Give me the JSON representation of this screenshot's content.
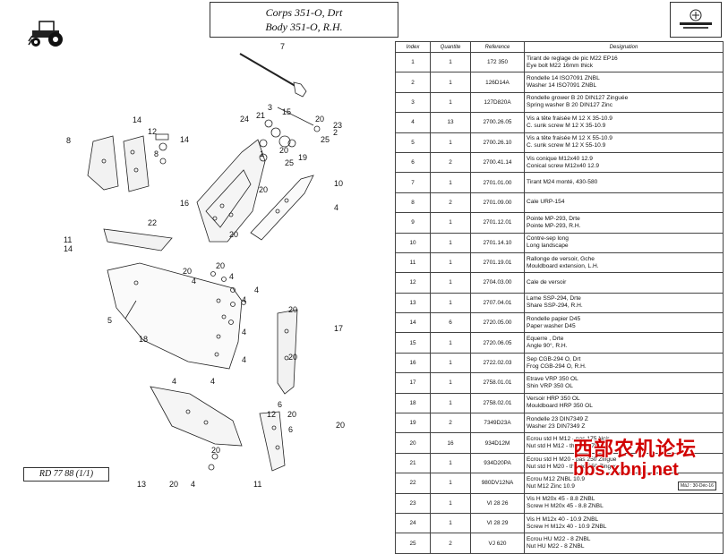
{
  "title": {
    "line1": "Corps 351-O, Drt",
    "line2": "Body 351-O, R.H."
  },
  "reference": "RD 77 88  (1/1)",
  "table": {
    "headers": [
      "Index",
      "Quantite",
      "Reference",
      "Designation"
    ],
    "rows": [
      {
        "index": "1",
        "qty": "1",
        "ref": "172 350",
        "fr": "Tirant de reglage de pic M22 EP16",
        "en": "Eye bolt  M22  16mm thick"
      },
      {
        "index": "2",
        "qty": "1",
        "ref": "126D14A",
        "fr": "Rondelle 14 ISO7091 ZNBL",
        "en": "Washer 14 ISO7091 ZNBL"
      },
      {
        "index": "3",
        "qty": "1",
        "ref": "127D820A",
        "fr": "Rondelle grower B 20 DIN127 Zinguée",
        "en": "Spring washer B 20 DIN127 Zinc"
      },
      {
        "index": "4",
        "qty": "13",
        "ref": "2700.26.05",
        "fr": "Vis a tête fraisée M 12 X 35-10.9",
        "en": "C. sunk screw M 12 X 35-10.9"
      },
      {
        "index": "5",
        "qty": "1",
        "ref": "2700.26.10",
        "fr": "Vis a tête fraisée M 12 X 55-10.9",
        "en": "C. sunk screw M 12 X 55-10.9"
      },
      {
        "index": "6",
        "qty": "2",
        "ref": "2700.41.14",
        "fr": "Vis conique M12x40  12.9",
        "en": "Conical screw M12x40  12.9"
      },
      {
        "index": "7",
        "qty": "1",
        "ref": "2701.01.00",
        "fr": "Tirant M24 monté, 430-580",
        "en": ""
      },
      {
        "index": "8",
        "qty": "2",
        "ref": "2701.09.00",
        "fr": "Cale URP-154",
        "en": ""
      },
      {
        "index": "9",
        "qty": "1",
        "ref": "2701.12.01",
        "fr": "Pointe MP-293, Drte",
        "en": "Pointe MP-293, R.H."
      },
      {
        "index": "10",
        "qty": "1",
        "ref": "2701.14.10",
        "fr": "Contre-sep long",
        "en": "Long landscape"
      },
      {
        "index": "11",
        "qty": "1",
        "ref": "2701.19.01",
        "fr": "Rallonge de versoir, Gche",
        "en": "Mouldboard extension, L.H."
      },
      {
        "index": "12",
        "qty": "1",
        "ref": "2704.03.00",
        "fr": "Cale de versoir",
        "en": ""
      },
      {
        "index": "13",
        "qty": "1",
        "ref": "2707.04.01",
        "fr": "Lame SSP-294, Drte",
        "en": "Share SSP-294, R.H."
      },
      {
        "index": "14",
        "qty": "6",
        "ref": "2720.05.00",
        "fr": "Rondelle papier D45",
        "en": "Paper washer D45"
      },
      {
        "index": "15",
        "qty": "1",
        "ref": "2720.06.05",
        "fr": "Equerre , Drte",
        "en": "Angle 90°, R.H."
      },
      {
        "index": "16",
        "qty": "1",
        "ref": "2722.02.03",
        "fr": "Sep CGB-294 O, Drt",
        "en": "Frog CGB-294 O, R.H."
      },
      {
        "index": "17",
        "qty": "1",
        "ref": "2758.01.01",
        "fr": "Etrave VRP 350 OL",
        "en": "Shin VRP 350 OL"
      },
      {
        "index": "18",
        "qty": "1",
        "ref": "2758.02.01",
        "fr": "Versoir HRP 350 OL",
        "en": "Mouldboard HRP 350 OL"
      },
      {
        "index": "19",
        "qty": "2",
        "ref": "7349D23A",
        "fr": "Rondelle 23 DIN7349 Z",
        "en": "Washer 23 DIN7349 Z"
      },
      {
        "index": "20",
        "qty": "16",
        "ref": "934D12M",
        "fr": "Ecrou  std H M12 - pas 175 Noir",
        "en": "Nut  std H M12 - thread 175 Noir"
      },
      {
        "index": "21",
        "qty": "1",
        "ref": "934D20PA",
        "fr": "Ecrou  std H M20 - pas 250 Zingue",
        "en": "Nut  std H M20 - thread 250 Zingue"
      },
      {
        "index": "22",
        "qty": "1",
        "ref": "980DV12NA",
        "fr": "Ecrou M12 ZNBL 10.9",
        "en": "Nut M12 Zinc 10.9"
      },
      {
        "index": "23",
        "qty": "1",
        "ref": "VI 28 26",
        "fr": "Vis H M20x 45 - 8.8 ZNBL",
        "en": "Screw H M20x 45 - 8.8 ZNBL"
      },
      {
        "index": "24",
        "qty": "1",
        "ref": "VI 28 29",
        "fr": "Vis H M12x 40 - 10.9 ZNBL",
        "en": "Screw H M12x 40 - 10.9 ZNBL"
      },
      {
        "index": "25",
        "qty": "2",
        "ref": "VJ 620",
        "fr": "Ecrou    HU M22 - 8 ZNBL",
        "en": "Nut    HU M22 - 8 ZNBL"
      }
    ]
  },
  "watermark": {
    "line1": "西部农机论坛",
    "line2": "bbs.xbnj.net"
  },
  "stamp": "MàJ : 30-Déc-16"
}
